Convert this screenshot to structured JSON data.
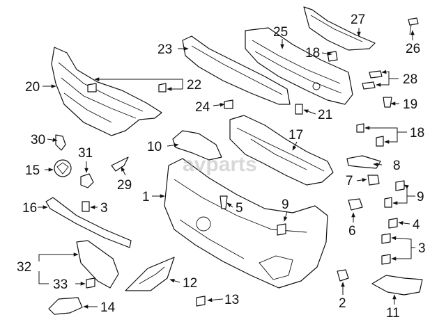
{
  "diagram": {
    "watermark": "avparts",
    "callouts": {
      "c1": "1",
      "c2": "2",
      "c3a": "3",
      "c3b": "3",
      "c4": "4",
      "c5": "5",
      "c6": "6",
      "c7": "7",
      "c8": "8",
      "c9a": "9",
      "c9b": "9",
      "c10": "10",
      "c11": "11",
      "c12": "12",
      "c13": "13",
      "c14": "14",
      "c15": "15",
      "c16": "16",
      "c17": "17",
      "c18a": "18",
      "c18b": "18",
      "c19": "19",
      "c20": "20",
      "c21": "21",
      "c22": "22",
      "c23": "23",
      "c24": "24",
      "c25": "25",
      "c26": "26",
      "c27": "27",
      "c28": "28",
      "c29": "29",
      "c30": "30",
      "c31": "31",
      "c32": "32",
      "c33": "33"
    }
  }
}
